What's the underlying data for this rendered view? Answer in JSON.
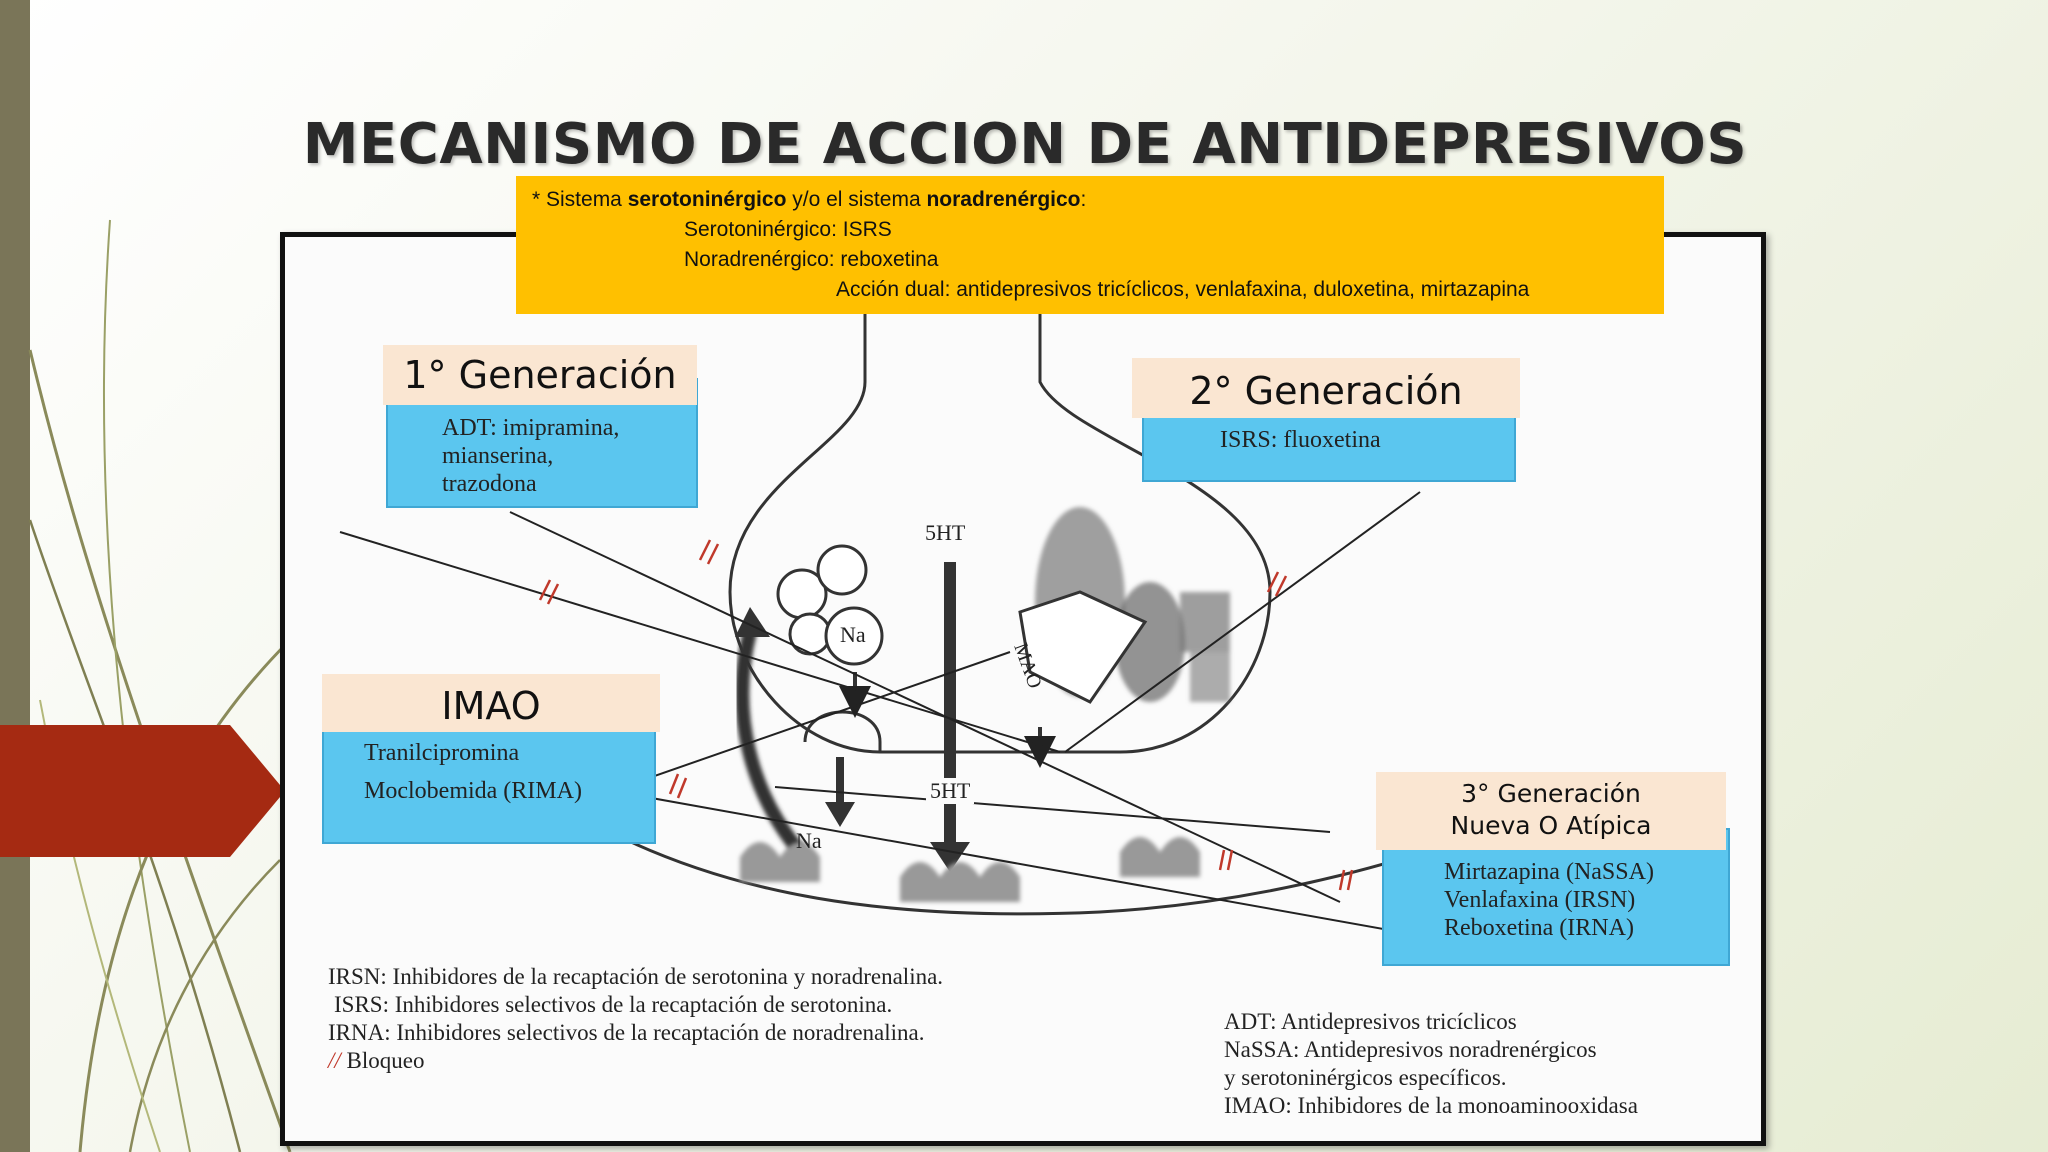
{
  "title": "MECANISMO DE ACCION DE ANTIDEPRESIVOS",
  "info_box": {
    "line1_prefix": "* Sistema ",
    "line1_bold1": "serotoninérgico",
    "line1_mid": " y/o el sistema ",
    "line1_bold2": "noradrenérgico",
    "line1_suffix": ":",
    "line2": "Serotoninérgico: ISRS",
    "line3": "Noradrenérgico:  reboxetina",
    "line4": "Acción dual:  antidepresivos tricíclicos, venlafaxina, duloxetina, mirtazapina"
  },
  "gen1": {
    "heading": "1° Generación",
    "items": [
      "ADT: imipramina,",
      "mianserina,",
      "trazodona"
    ]
  },
  "gen2": {
    "heading": "2° Generación",
    "items": [
      "ISRS: fluoxetina"
    ]
  },
  "imao": {
    "heading": "IMAO",
    "items": [
      "Tranilcipromina",
      "Moclobemida (RIMA)"
    ]
  },
  "gen3": {
    "heading_line1": "3° Generación",
    "heading_line2": "Nueva O Atípica",
    "items": [
      "Mirtazapina (NaSSA)",
      "Venlafaxina (IRSN)",
      "Reboxetina (IRNA)"
    ]
  },
  "diagram_labels": {
    "5ht_top": "5HT",
    "5ht_bottom": "5HT",
    "na_vesicle": "Na",
    "na_synapse": "Na",
    "mao": "MAO"
  },
  "legend_left": {
    "irsn": "IRSN: Inhibidores de la recaptación de serotonina y noradrenalina.",
    "isrs": "ISRS: Inhibidores selectivos de la recaptación de serotonina.",
    "irna": "IRNA: Inhibidores selectivos de la recaptación de noradrenalina.",
    "bloqueo_symbol": "//",
    "bloqueo": "Bloqueo"
  },
  "legend_right": {
    "adt": "ADT: Antidepresivos tricíclicos",
    "nassa1": "NaSSA: Antidepresivos noradrenérgicos",
    "nassa2": "y serotoninérgicos específicos.",
    "imao": "IMAO: Inhibidores de la monoaminooxidasa"
  },
  "colors": {
    "left_bar": "#7a7558",
    "red_arrow": "#a52a12",
    "yellow_box": "#ffc000",
    "blue_box": "#5bc6ef",
    "peach_label": "#fae6d2"
  }
}
